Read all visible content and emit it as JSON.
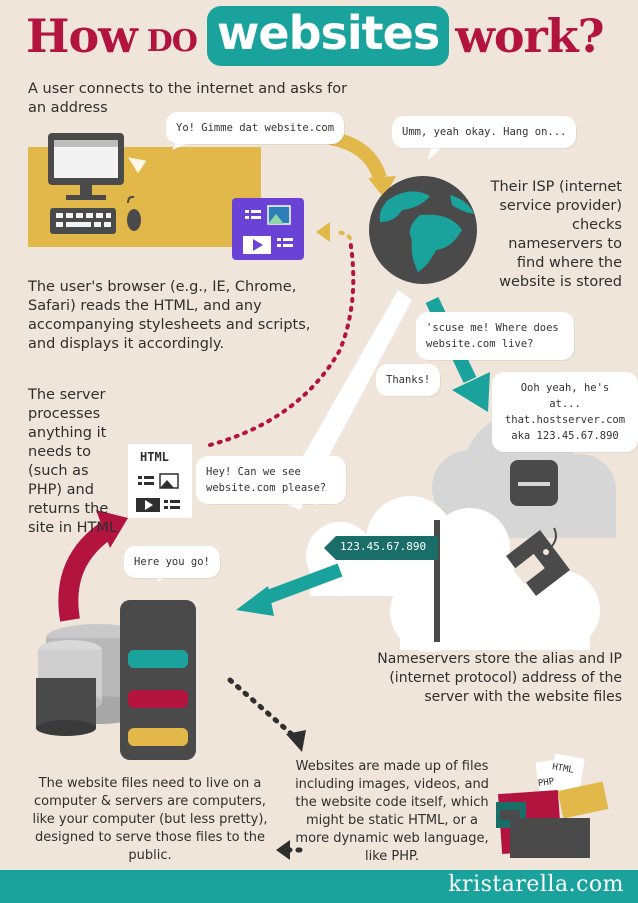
{
  "title": {
    "part1": "How",
    "part2": "DO",
    "part3": "websites",
    "part4": "work?"
  },
  "steps": {
    "user_connects": "A user connects to the internet and asks for an address",
    "isp_checks": "Their ISP (internet service provider) checks nameservers to find where the website is stored",
    "browser_reads": "The user's browser (e.g., IE, Chrome, Safari) reads the HTML, and any accompanying stylesheets and scripts, and displays it accordingly.",
    "server_processes": "The server processes anything it needs to (such as PHP) and returns the site in HTML",
    "nameservers_store": "Nameservers store the alias and IP (internet protocol) address of the server with the website files",
    "files_live": "The website files need to live on a computer & servers are computers, like your computer (but less pretty), designed to serve those files to the public.",
    "websites_made": "Websites are made up of files including images, videos, and the website code itself, which might be static HTML, or a more dynamic web language, like PHP."
  },
  "bubbles": {
    "gimme": "Yo! Gimme dat website.com",
    "umm": "Umm, yeah okay. Hang on...",
    "scuse": "'scuse me! Where does website.com live?",
    "thanks": "Thanks!",
    "ooh": "Ooh yeah, he's at... that.hostserver.com aka 123.45.67.890",
    "hey": "Hey! Can we see website.com please?",
    "here": "Here you go!"
  },
  "labels": {
    "ip_sign": "123.45.67.890",
    "html_doc": "HTML",
    "html_file": "HTML",
    "php_file": "PHP"
  },
  "footer": {
    "site": "kristarella.com"
  },
  "colors": {
    "title": "#b3143f",
    "teal": "#1aa39c",
    "yellow": "#e2b84a",
    "purple": "#6a43d6",
    "grey": "#555555",
    "background": "#efe5da"
  }
}
